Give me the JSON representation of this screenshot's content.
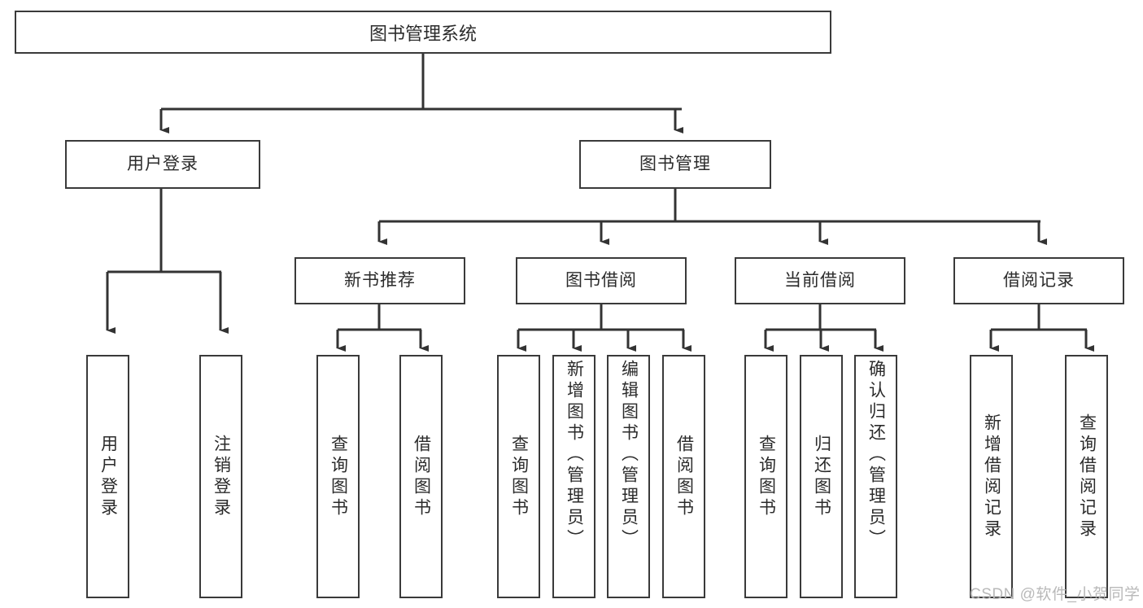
{
  "diagram": {
    "title": "图书管理系统",
    "type": "hierarchy-tree",
    "background_color": "#ffffff",
    "node_border_color": "#3a3a3a",
    "node_fill_color": "#ffffff",
    "text_color": "#2b2b2b",
    "edge_color": "#333333"
  },
  "nodes": {
    "root": {
      "label": "图书管理系统",
      "level": 0
    },
    "level1": [
      {
        "id": "user-login",
        "label": "用户登录"
      },
      {
        "id": "book-manage",
        "label": "图书管理"
      }
    ],
    "level2": [
      {
        "id": "new-book-rec",
        "label": "新书推荐",
        "parent": "book-manage"
      },
      {
        "id": "book-borrow",
        "label": "图书借阅",
        "parent": "book-manage"
      },
      {
        "id": "current-borrow",
        "label": "当前借阅",
        "parent": "book-manage"
      },
      {
        "id": "borrow-record",
        "label": "借阅记录",
        "parent": "book-manage"
      }
    ],
    "leaves": [
      {
        "id": "leaf-user-login",
        "label": "用户登录",
        "parent": "user-login"
      },
      {
        "id": "leaf-logout",
        "label": "注销登录",
        "parent": "user-login"
      },
      {
        "id": "leaf-query-book-1",
        "label": "查询图书",
        "parent": "new-book-rec"
      },
      {
        "id": "leaf-borrow-book-1",
        "label": "借阅图书",
        "parent": "new-book-rec"
      },
      {
        "id": "leaf-query-book-2",
        "label": "查询图书",
        "parent": "book-borrow"
      },
      {
        "id": "leaf-add-book",
        "label": "新增图书（管理员）",
        "parent": "book-borrow"
      },
      {
        "id": "leaf-edit-book",
        "label": "编辑图书（管理员）",
        "parent": "book-borrow"
      },
      {
        "id": "leaf-borrow-book-2",
        "label": "借阅图书",
        "parent": "book-borrow"
      },
      {
        "id": "leaf-query-book-3",
        "label": "查询图书",
        "parent": "current-borrow"
      },
      {
        "id": "leaf-return-book",
        "label": "归还图书",
        "parent": "current-borrow"
      },
      {
        "id": "leaf-confirm-return",
        "label": "确认归还（管理员）",
        "parent": "current-borrow"
      },
      {
        "id": "leaf-add-record",
        "label": "新增借阅记录",
        "parent": "borrow-record"
      },
      {
        "id": "leaf-query-record",
        "label": "查询借阅记录",
        "parent": "borrow-record"
      }
    ]
  },
  "watermark": {
    "text": "CSDN @软件_小贺同学"
  }
}
